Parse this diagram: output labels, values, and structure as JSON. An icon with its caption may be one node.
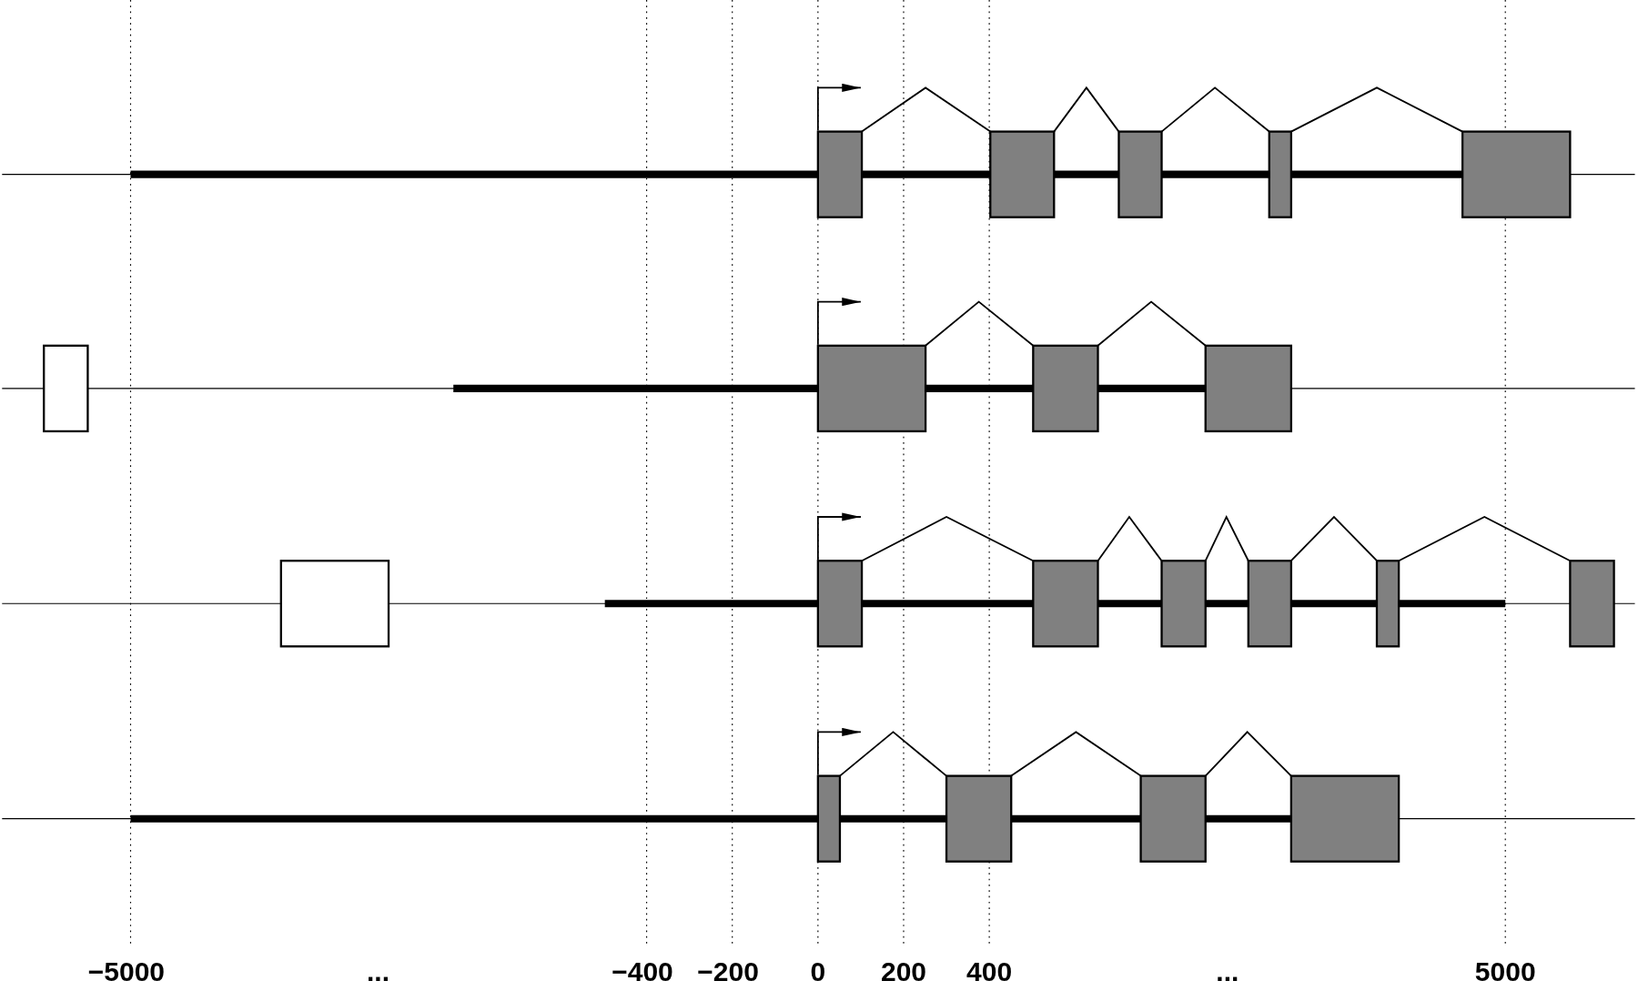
{
  "diagram": {
    "labels": [
      "−5000",
      "...",
      "−400",
      "−200",
      "0",
      "200",
      "400",
      "...",
      "5000"
    ]
  }
}
